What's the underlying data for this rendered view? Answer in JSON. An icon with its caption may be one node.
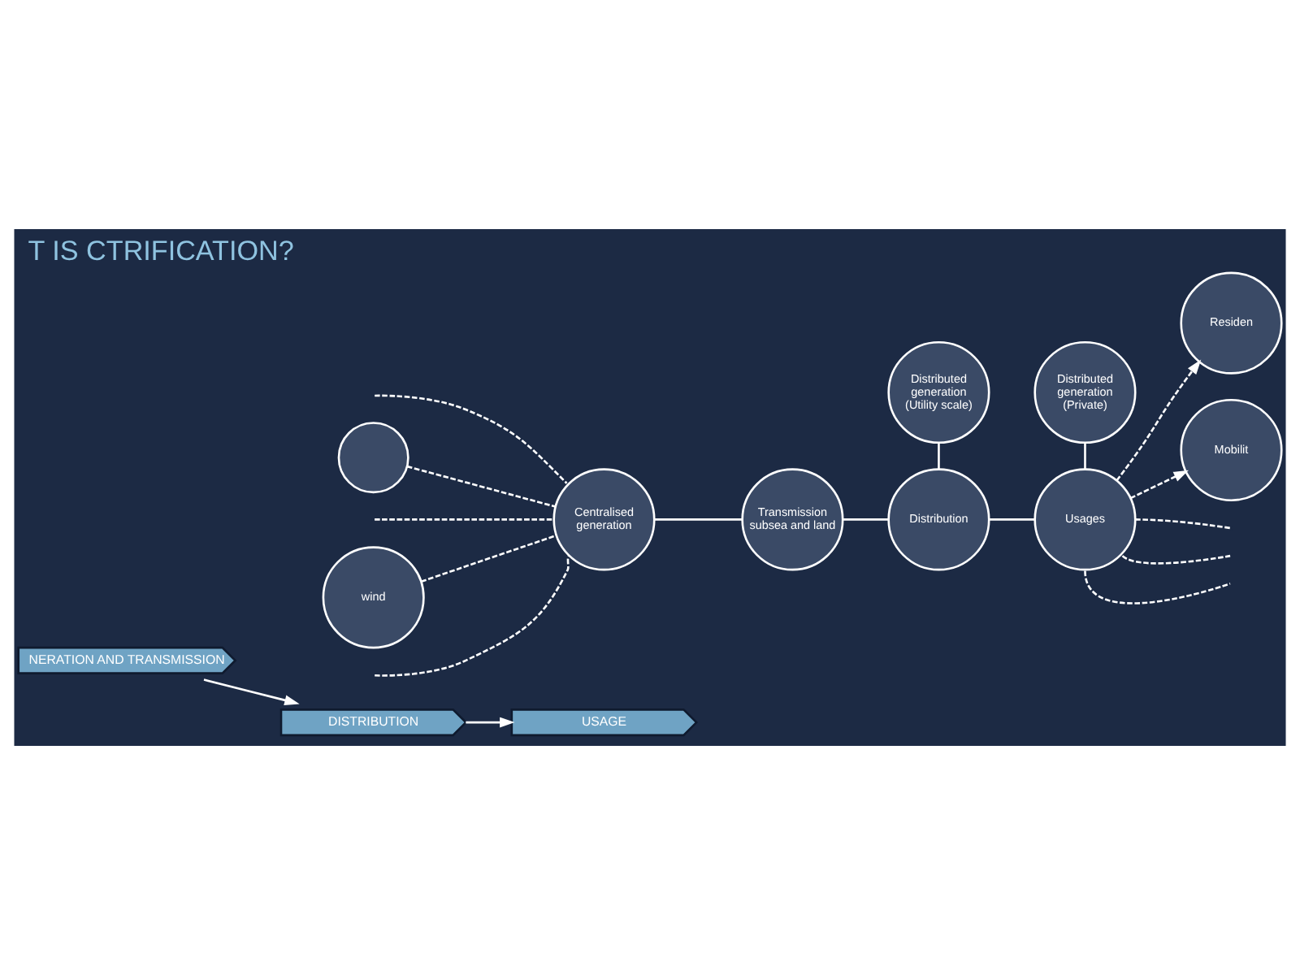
{
  "diagram": {
    "title": "T IS CTRIFICATION?",
    "nodes": [
      {
        "text": [
          "wind"
        ]
      },
      {
        "text": [],
        "shape": "circle"
      },
      {
        "text": [
          "Centralised generation"
        ]
      },
      {
        "text": [
          "Transmission subsea and land"
        ]
      },
      {
        "text": [
          "Distributed generation (Utility scale)"
        ]
      },
      {
        "text": [
          "Distribution"
        ]
      },
      {
        "text": [
          "Distributed generation (Private)"
        ]
      },
      {
        "text": [
          "Usages"
        ]
      },
      {
        "text": [
          "Residen"
        ]
      },
      {
        "text": [
          "Mobilit"
        ]
      },
      {
        "text": [
          "NERATION AND TRANSMISSION"
        ]
      },
      {
        "text": [
          "DISTRIBUTION"
        ]
      },
      {
        "text": [
          "USAGE"
        ]
      }
    ],
    "edges": [
      {
        "from": 0,
        "to": 2,
        "arrow": "none",
        "style": "dashed"
      },
      {
        "from": null,
        "to": 2,
        "arrow": "none",
        "style": "dashed"
      },
      {
        "from": null,
        "to": 2,
        "arrow": "none",
        "style": "dashed"
      },
      {
        "from": null,
        "to": 2,
        "arrow": "none",
        "style": "dashed"
      },
      {
        "from": 1,
        "to": 2,
        "arrow": "none",
        "style": "dashed"
      },
      {
        "from": 2,
        "to": 3,
        "arrow": "none"
      },
      {
        "from": 3,
        "to": 5,
        "arrow": "none"
      },
      {
        "from": 4,
        "to": 5,
        "arrow": "none"
      },
      {
        "from": 5,
        "to": 7,
        "arrow": "none"
      },
      {
        "from": 6,
        "to": 7,
        "arrow": "none"
      },
      {
        "from": 7,
        "to": 8,
        "arrow": "to",
        "style": "dashed"
      },
      {
        "from": 7,
        "to": null,
        "arrow": "none",
        "style": "dashed"
      },
      {
        "from": 7,
        "to": null,
        "arrow": "none",
        "style": "dashed"
      },
      {
        "from": 7,
        "to": null,
        "arrow": "none",
        "style": "dashed"
      },
      {
        "from": 7,
        "to": 9,
        "arrow": "to",
        "style": "dashed"
      },
      {
        "from": 10,
        "to": 11,
        "arrow": "to"
      },
      {
        "from": 11,
        "to": 12,
        "arrow": "to"
      }
    ]
  }
}
